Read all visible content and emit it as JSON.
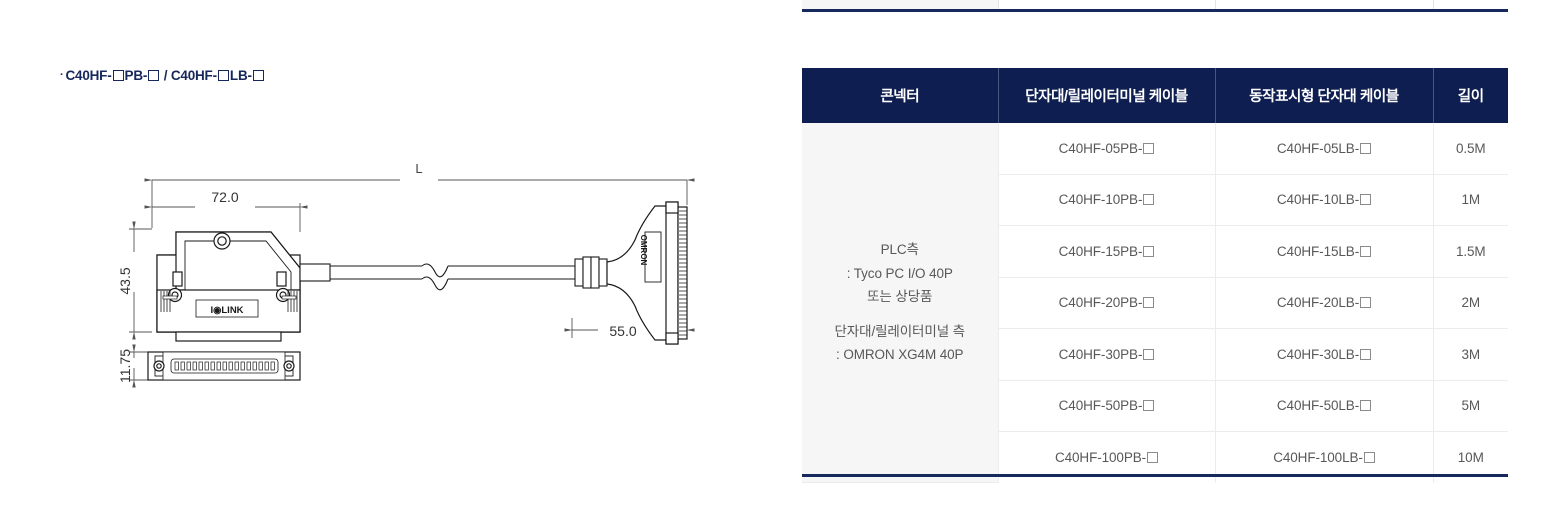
{
  "drawing": {
    "model_label": {
      "bullet": "·",
      "part_a_pre": "C40HF-",
      "part_a_mid": "PB-",
      "separator": " / ",
      "part_b_pre": "C40HF-",
      "part_b_mid": "LB-"
    },
    "dimensions": {
      "overall_length": "L",
      "connector_width": "72.0",
      "connector_height": "43.5",
      "connector_depth": "11.75",
      "terminal_width": "55.0"
    },
    "brand_mark": "IOLINK",
    "connector_brand_mark": "OMRON"
  },
  "prev_table": {
    "column_splits": [
      196,
      413,
      631
    ]
  },
  "table": {
    "headers": [
      "콘넥터",
      "단자대/릴레이터미널 케이블",
      "동작표시형 단자대 케이블",
      "길이"
    ],
    "connector_cell": {
      "line1": "PLC측",
      "line2": ": Tyco PC I/O 40P",
      "line3": " 또는 상당품",
      "line4": "단자대/릴레이터미널 측",
      "line5": ": OMRON XG4M 40P"
    },
    "rows": [
      {
        "terminal_cable_pre": "C40HF-05PB-",
        "display_cable_pre": "C40HF-05LB-",
        "length": "0.5M"
      },
      {
        "terminal_cable_pre": "C40HF-10PB-",
        "display_cable_pre": "C40HF-10LB-",
        "length": "1M"
      },
      {
        "terminal_cable_pre": "C40HF-15PB-",
        "display_cable_pre": "C40HF-15LB-",
        "length": "1.5M"
      },
      {
        "terminal_cable_pre": "C40HF-20PB-",
        "display_cable_pre": "C40HF-20LB-",
        "length": "2M"
      },
      {
        "terminal_cable_pre": "C40HF-30PB-",
        "display_cable_pre": "C40HF-30LB-",
        "length": "3M"
      },
      {
        "terminal_cable_pre": "C40HF-50PB-",
        "display_cable_pre": "C40HF-50LB-",
        "length": "5M"
      },
      {
        "terminal_cable_pre": "C40HF-100PB-",
        "display_cable_pre": "C40HF-100LB-",
        "length": "10M"
      }
    ]
  },
  "colors": {
    "header_navy": "#0e1e50",
    "rule_navy": "#16285c",
    "panel_gray": "#f6f6f7",
    "grid_gray": "#ececee",
    "title_navy": "#17275c",
    "body_text": "#585858"
  }
}
